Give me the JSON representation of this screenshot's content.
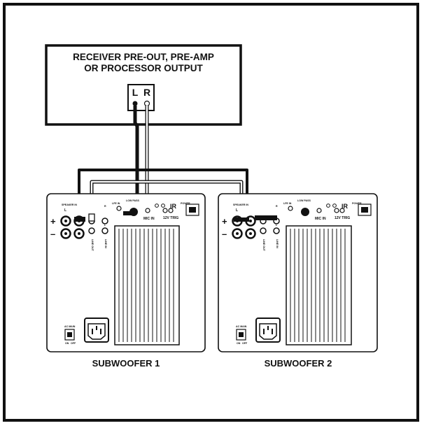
{
  "receiver": {
    "title_line1": "RECEIVER PRE-OUT, PRE-AMP",
    "title_line2": "OR PROCESSOR OUTPUT",
    "left_label": "L",
    "right_label": "R"
  },
  "subwoofers": [
    {
      "caption": "SUBWOOFER 1",
      "speaker_in": "SPEAKER IN",
      "l": "L",
      "r": "R",
      "lfe_in": "LFE IN",
      "low_pass": "LOW PASS",
      "mic_in": "MIC IN",
      "trig_12v": "12V TRIG",
      "ir": "IR",
      "power": "POWER",
      "line_out": "LINE OUT",
      "line_in": "LINE IN",
      "ac_main": "AC MAIN",
      "on": "ON",
      "off": "OFF",
      "plus": "+",
      "minus": "–"
    },
    {
      "caption": "SUBWOOFER 2",
      "speaker_in": "SPEAKER IN",
      "l": "L",
      "r": "R",
      "lfe_in": "LFE IN",
      "low_pass": "LOW PASS",
      "mic_in": "MIC IN",
      "trig_12v": "12V TRIG",
      "ir": "IR",
      "power": "POWER",
      "line_out": "LINE OUT",
      "line_in": "LINE IN",
      "ac_main": "AC MAIN",
      "on": "ON",
      "off": "OFF",
      "plus": "+",
      "minus": "–"
    }
  ]
}
